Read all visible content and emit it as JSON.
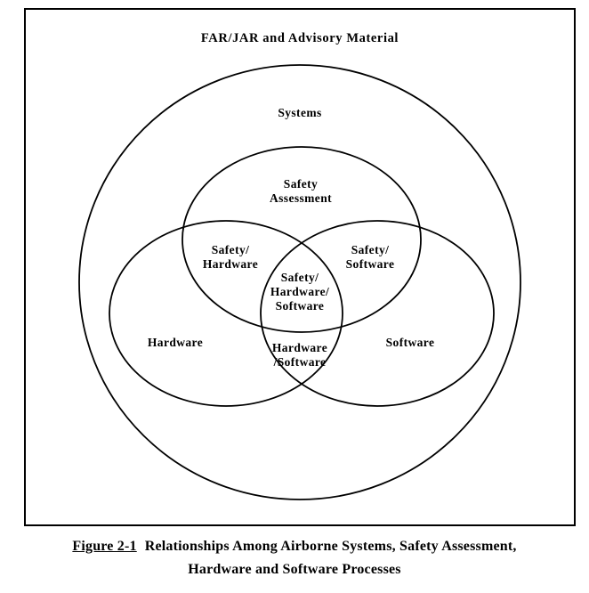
{
  "diagram": {
    "outer_label": "FAR/JAR and Advisory Material",
    "systems_label": "Systems",
    "safety_assessment": {
      "line1": "Safety",
      "line2": "Assessment"
    },
    "safety_hardware": {
      "line1": "Safety/",
      "line2": "Hardware"
    },
    "safety_software": {
      "line1": "Safety/",
      "line2": "Software"
    },
    "safety_hardware_software": {
      "line1": "Safety/",
      "line2": "Hardware/",
      "line3": "Software"
    },
    "hardware_label": "Hardware",
    "software_label": "Software",
    "hardware_software": {
      "line1": "Hardware",
      "line2": "/Software"
    }
  },
  "caption": {
    "figure_ref": "Figure 2-1",
    "line1": "Relationships Among Airborne Systems, Safety Assessment,",
    "line2": "Hardware and Software Processes"
  },
  "colors": {
    "stroke": "#000000",
    "background": "#ffffff"
  }
}
